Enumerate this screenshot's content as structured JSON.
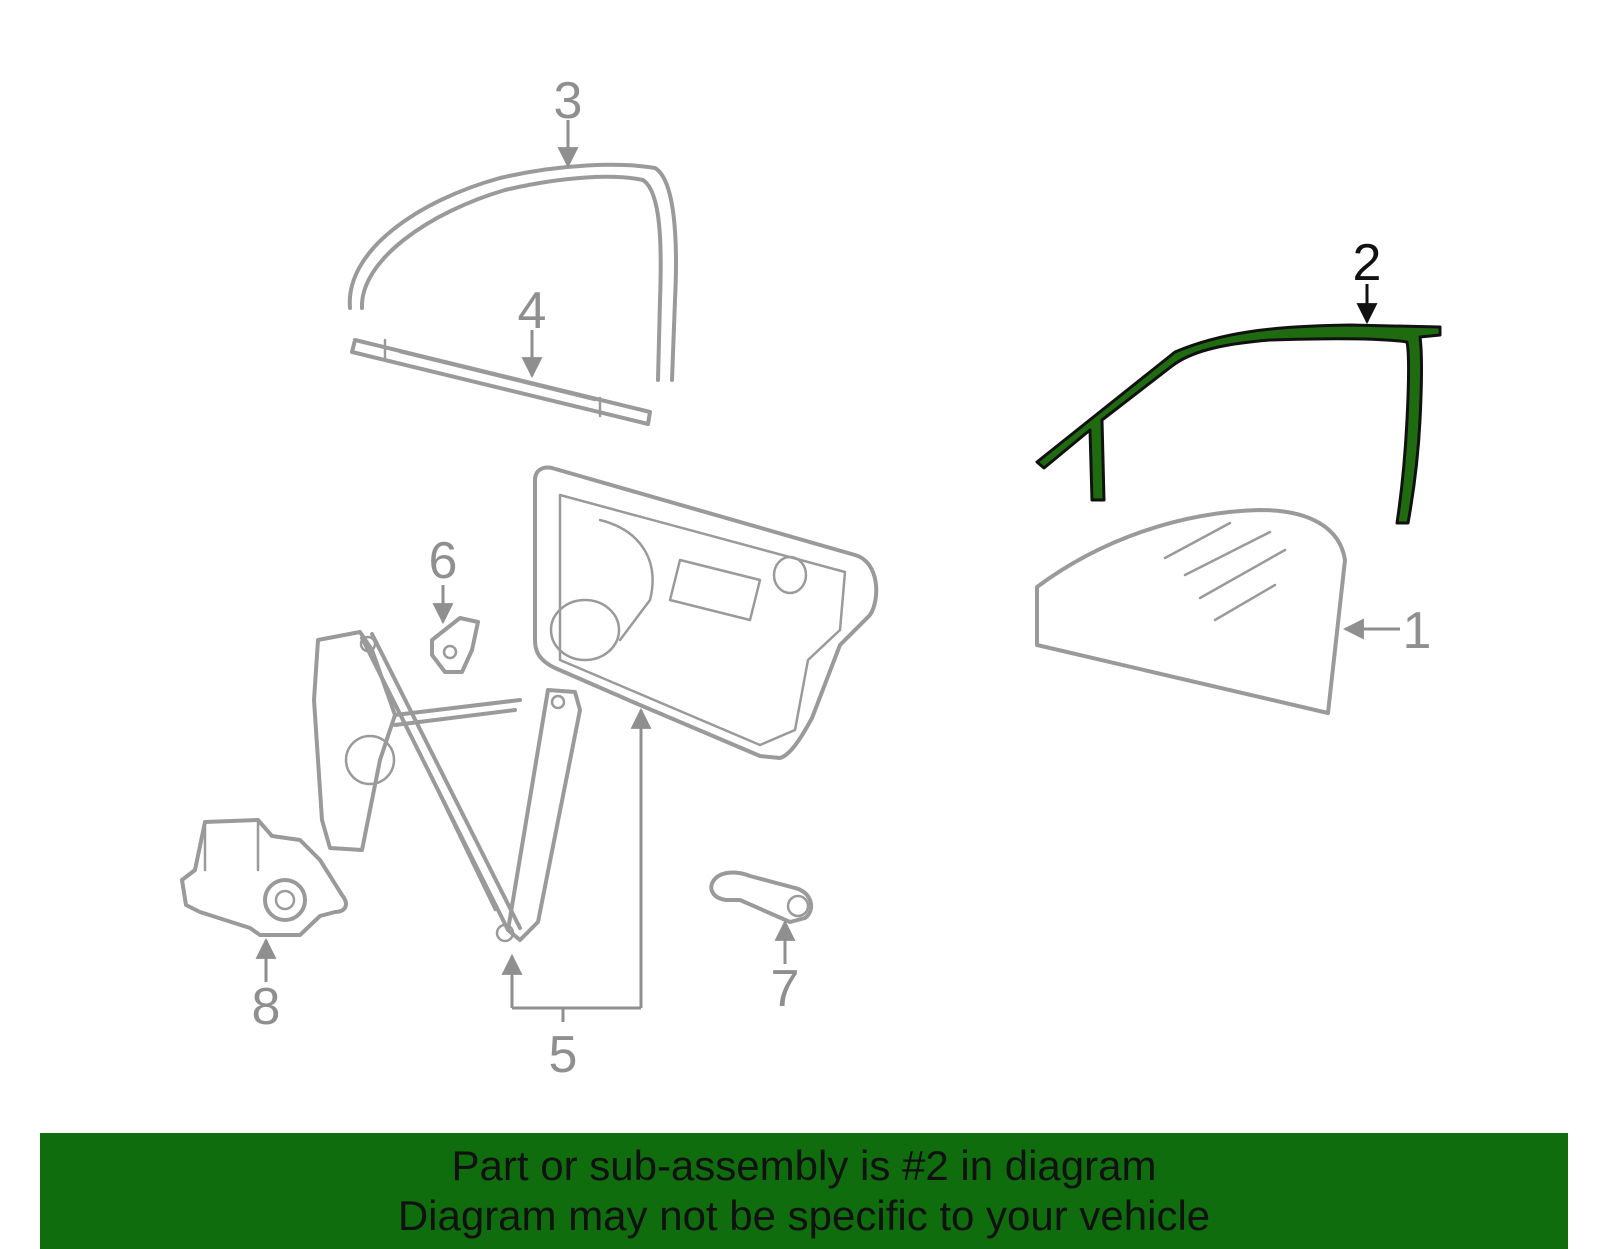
{
  "callouts": {
    "c1": "1",
    "c2": "2",
    "c3": "3",
    "c4": "4",
    "c5": "5",
    "c6": "6",
    "c7": "7",
    "c8": "8"
  },
  "highlighted_part": "2",
  "colors": {
    "highlight_fill": "#1f6b10",
    "banner_bg": "#0f6d0d",
    "part_stroke": "#9a9a9a"
  },
  "banner": {
    "line1": "Part or sub-assembly is #2 in diagram",
    "line2": "Diagram may not be specific to your vehicle"
  }
}
